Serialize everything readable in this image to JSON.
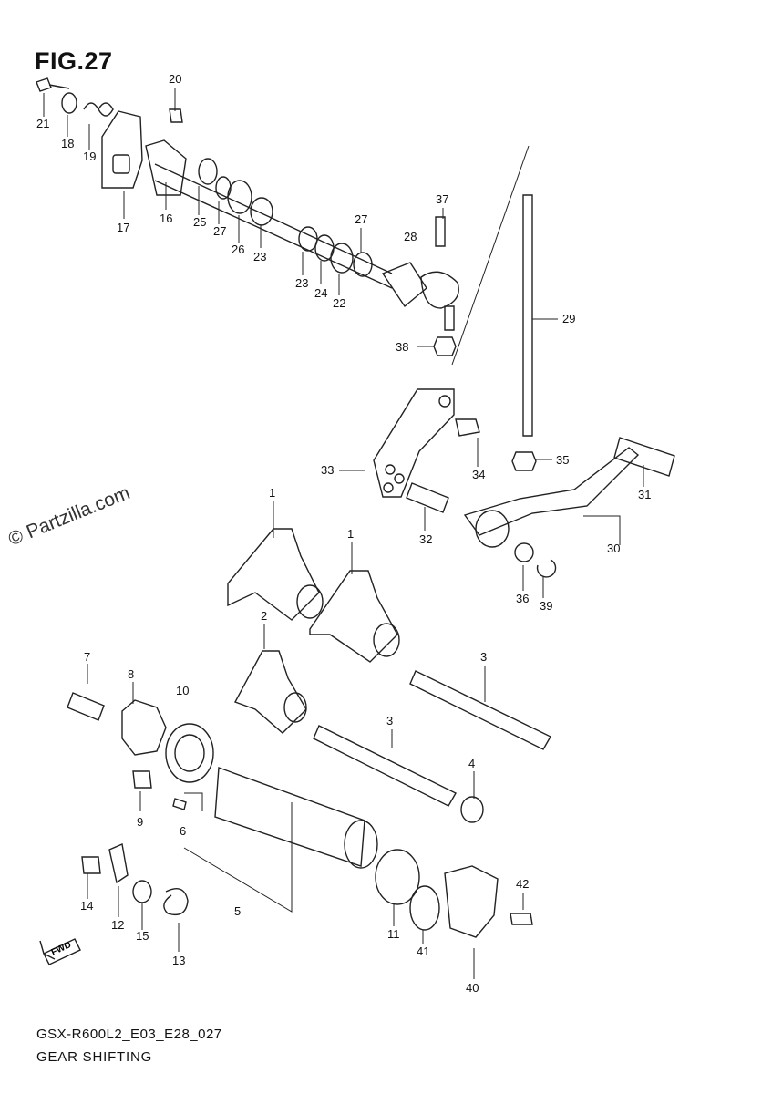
{
  "figure": {
    "title": "FIG.27",
    "model_code": "GSX-R600L2_E03_E28_027",
    "diagram_name": "GEAR SHIFTING",
    "watermark": "© Partzilla.com",
    "direction_label": "FWD"
  },
  "callouts": [
    "1",
    "1",
    "2",
    "3",
    "3",
    "4",
    "5",
    "6",
    "7",
    "8",
    "9",
    "10",
    "11",
    "12",
    "13",
    "14",
    "15",
    "16",
    "17",
    "18",
    "19",
    "20",
    "21",
    "22",
    "23",
    "23",
    "24",
    "25",
    "26",
    "27",
    "27",
    "28",
    "29",
    "30",
    "31",
    "32",
    "33",
    "34",
    "35",
    "36",
    "37",
    "38",
    "39",
    "40",
    "41",
    "42"
  ]
}
